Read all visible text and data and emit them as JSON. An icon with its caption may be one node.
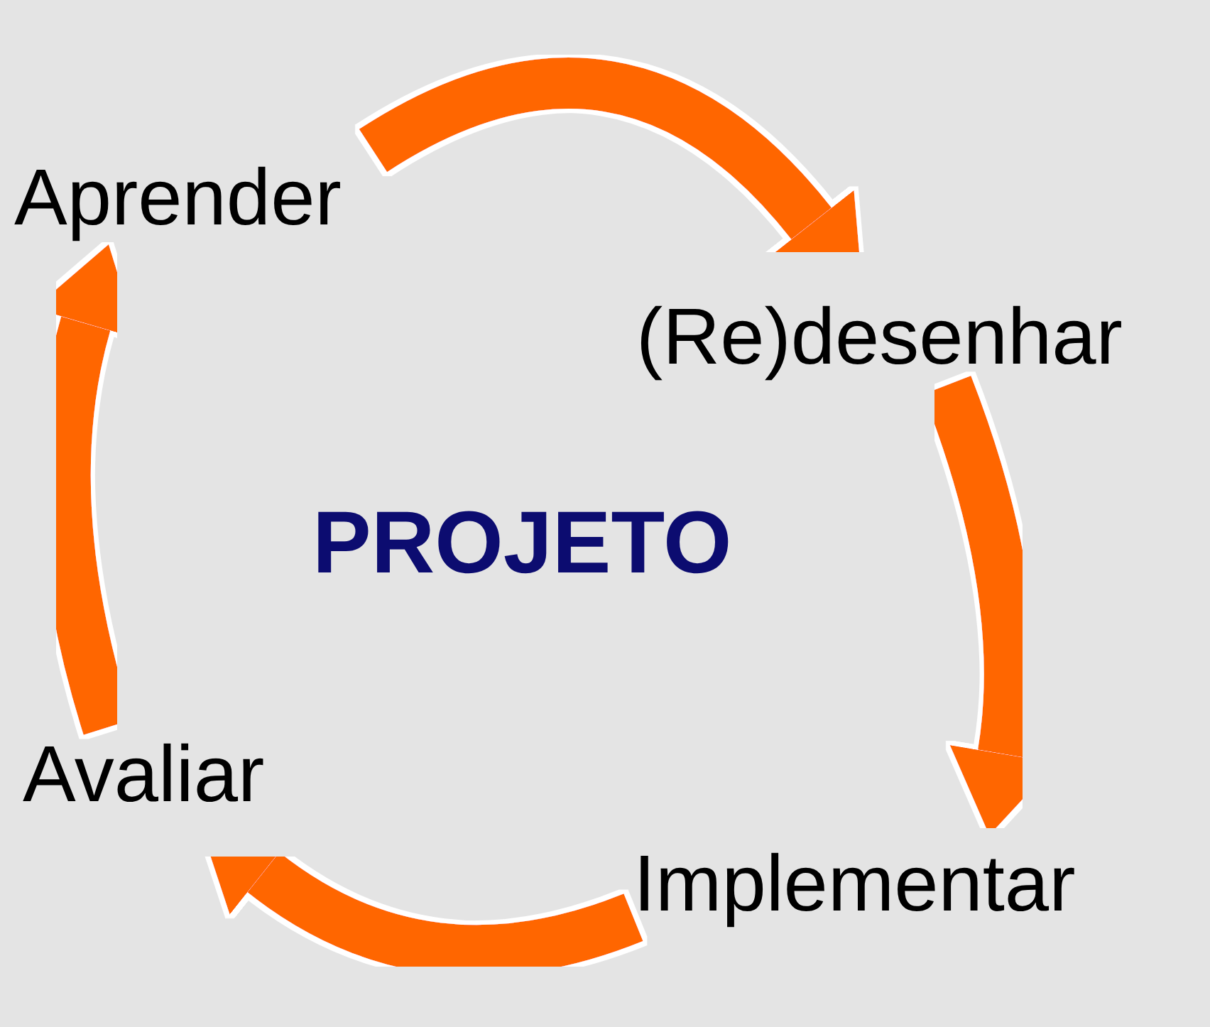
{
  "diagram": {
    "nodes": [
      {
        "text": [
          "Aprender"
        ]
      },
      {
        "text": [
          "(Re)desenhar"
        ]
      },
      {
        "text": [
          "Implementar"
        ]
      },
      {
        "text": [
          "Avaliar"
        ]
      }
    ],
    "edges": [
      {
        "from": 0,
        "to": 1,
        "arrow": "to"
      },
      {
        "from": 1,
        "to": 2,
        "arrow": "to"
      },
      {
        "from": 2,
        "to": 3,
        "arrow": "to"
      },
      {
        "from": 3,
        "to": 0,
        "arrow": "to"
      }
    ],
    "labels": [
      "PROJETO"
    ]
  }
}
